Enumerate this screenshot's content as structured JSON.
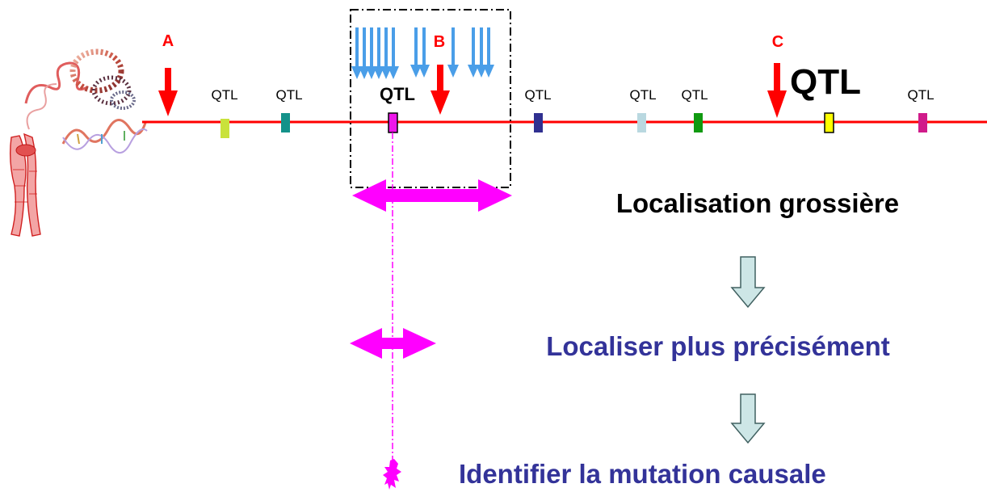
{
  "markers": [
    {
      "id": "A",
      "label": "A",
      "color": "#ff0000"
    },
    {
      "id": "B",
      "label": "B",
      "color": "#ff0000"
    },
    {
      "id": "C",
      "label": "C",
      "color": "#ff0000"
    }
  ],
  "qtls": [
    {
      "label": "QTL",
      "color": "#c9e23b",
      "emphasis": "normal"
    },
    {
      "label": "QTL",
      "color": "#14928a",
      "emphasis": "normal"
    },
    {
      "label": "QTL",
      "color": "#ee16ea",
      "emphasis": "bold"
    },
    {
      "label": "QTL",
      "color": "#303090",
      "emphasis": "normal"
    },
    {
      "label": "QTL",
      "color": "#b9d8e0",
      "emphasis": "normal"
    },
    {
      "label": "QTL",
      "color": "#109a10",
      "emphasis": "normal"
    },
    {
      "label": "QTL",
      "color": "#ffff00",
      "emphasis": "large"
    },
    {
      "label": "QTL",
      "color": "#d01b8a",
      "emphasis": "normal"
    }
  ],
  "steps": {
    "step1": "Localisation grossière",
    "step2": "Localiser plus précisément",
    "step3": "Identifier la mutation causale"
  },
  "colors": {
    "chromosome_line": "#ff0000",
    "marker_arrow": "#ff0000",
    "marker_label": "#ff0000",
    "blue_arrows": "#4a9ee8",
    "magenta": "#ff00ff",
    "step_primary": "#000000",
    "step_secondary": "#333399",
    "flow_arrow_fill": "#cde6e6",
    "flow_arrow_stroke": "#406060",
    "selection_box": "#000000"
  },
  "icons": {
    "chromosome": "chromosome-illustration",
    "dna": "dna-coil-illustration",
    "mutation": "mutation-starburst-icon"
  }
}
